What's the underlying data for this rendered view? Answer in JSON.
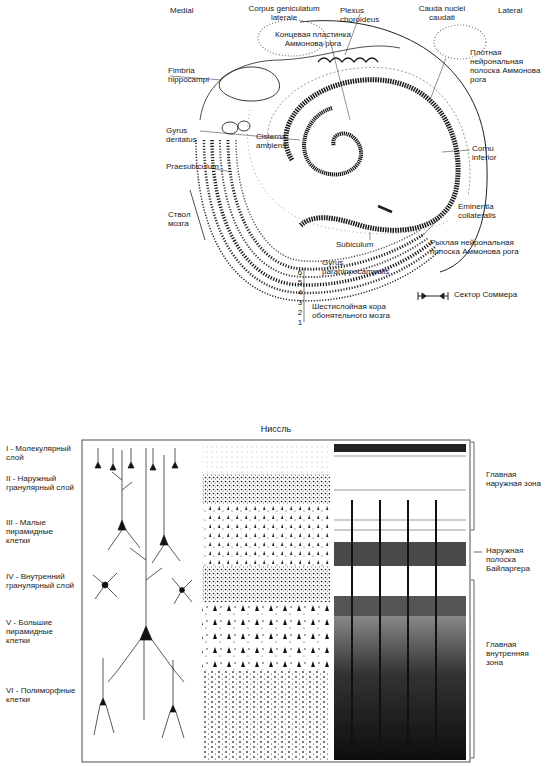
{
  "diagram": {
    "labels": [
      "Medial",
      "Corpus geniculatum laterale",
      "Plexus choroideus",
      "Cauda nuclei caudati",
      "Lateral",
      "Концевая пластинка Аммонова рога",
      "Fimbria hippocampi",
      "Плотная нейрональная полоска Аммонова рога",
      "Gyrus dentatus",
      "Cisterna ambiens",
      "Praesubiculum",
      "Ствол мозга",
      "Cornu inferior",
      "Eminentia collateralis",
      "Subiculum",
      "Рыхлая нейрональная полоска Аммонова рога",
      "Gyrus parahippocampalis",
      "Шестислойная кора обонятельного мозга",
      "6",
      "5",
      "4",
      "3",
      "2",
      "1",
      "Ниссль",
      "I - Молекулярный слой",
      "II - Наружный гранулярный слой",
      "III - Малые пирамидные клетки",
      "IV - Внутренний гранулярный слой",
      "V - Большие пирамидные клетки",
      "VI - Полиморфные клетки",
      "Главная наружная зона",
      "Наружная полоска Байларгера",
      "Главная внутренняя зона"
    ],
    "legend": [
      {
        "text": "Сектор Соммера"
      }
    ]
  }
}
